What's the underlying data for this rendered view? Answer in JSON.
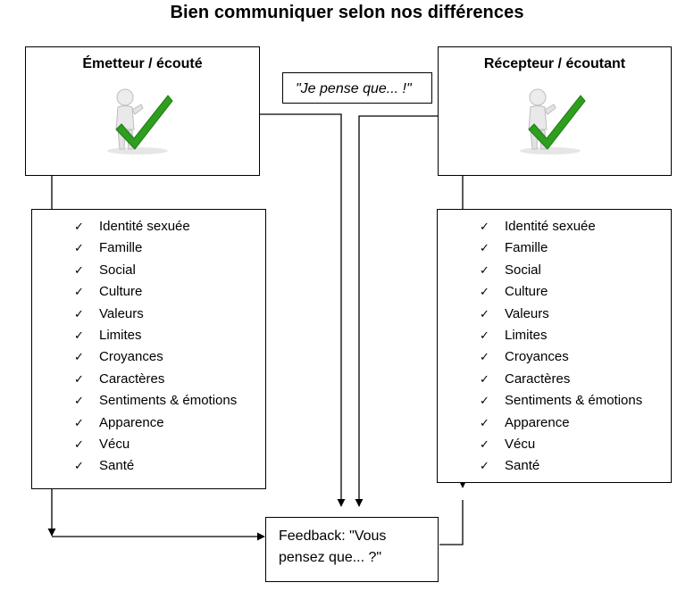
{
  "title": "Bien communiquer selon nos différences",
  "sender": {
    "title": "Émetteur / écouté",
    "icon": "thumbs-up-checkmark-figure-icon"
  },
  "receiver": {
    "title": "Récepteur / écoutant",
    "icon": "thumbs-up-checkmark-figure-icon"
  },
  "quote": "\"Je pense que... !\"",
  "sender_list": [
    "Identité sexuée",
    "Famille",
    "Social",
    "Culture",
    "Valeurs",
    "Limites",
    "Croyances",
    "Caractères",
    "Sentiments & émotions",
    "Apparence",
    "Vécu",
    "Santé"
  ],
  "receiver_list": [
    "Identité sexuée",
    "Famille",
    "Social",
    "Culture",
    "Valeurs",
    "Limites",
    "Croyances",
    "Caractères",
    "Sentiments & émotions",
    "Apparence",
    "Vécu",
    "Santé"
  ],
  "feedback": "Feedback: \"Vous pensez que... ?\"",
  "check_color": "#2e9e1f"
}
